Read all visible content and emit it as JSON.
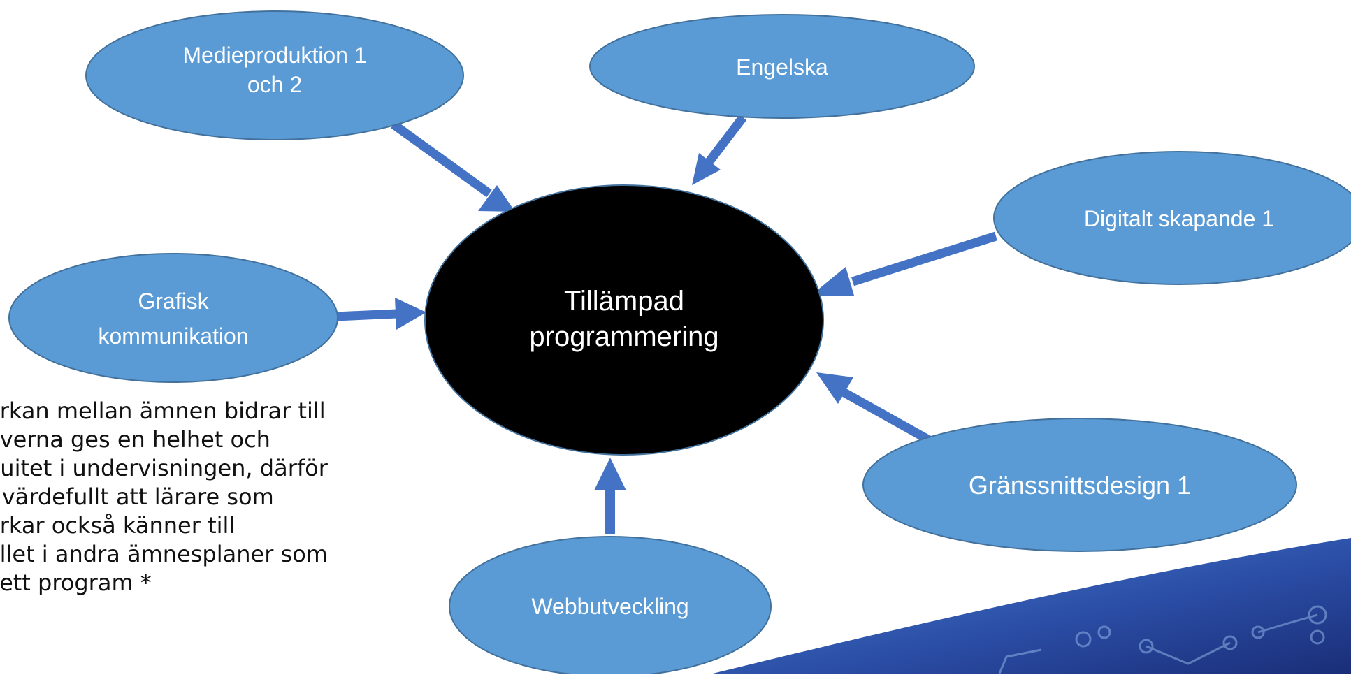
{
  "diagram": {
    "center": {
      "lines": [
        "Tillämpad",
        "programmering"
      ]
    },
    "subjects": [
      {
        "id": "medieproduktion",
        "lines": [
          "Medieproduktion 1",
          "och 2"
        ]
      },
      {
        "id": "engelska",
        "lines": [
          "Engelska"
        ]
      },
      {
        "id": "digitalt-skapande",
        "lines": [
          "Digitalt skapande 1"
        ]
      },
      {
        "id": "grafisk-kommunikation",
        "lines": [
          "Grafisk",
          "kommunikation"
        ]
      },
      {
        "id": "granssnittsdesign",
        "lines": [
          "Gränssnittsdesign 1"
        ]
      },
      {
        "id": "webbutveckling",
        "lines": [
          "Webbutveckling"
        ]
      }
    ]
  },
  "body_text": {
    "lines": [
      "erkan mellan ämnen bidrar till",
      "everna ges en helhet och",
      "nuitet i undervisningen, därför",
      "t värdefullt att lärare som",
      "erkar också känner till",
      "ållet i andra ämnesplaner som",
      "i ett program *"
    ]
  },
  "colors": {
    "bubble_fill": "#5b9bd5",
    "bubble_stroke": "#41719c",
    "arrow": "#4472c4",
    "center_fill": "#000000",
    "label": "#ffffff"
  }
}
